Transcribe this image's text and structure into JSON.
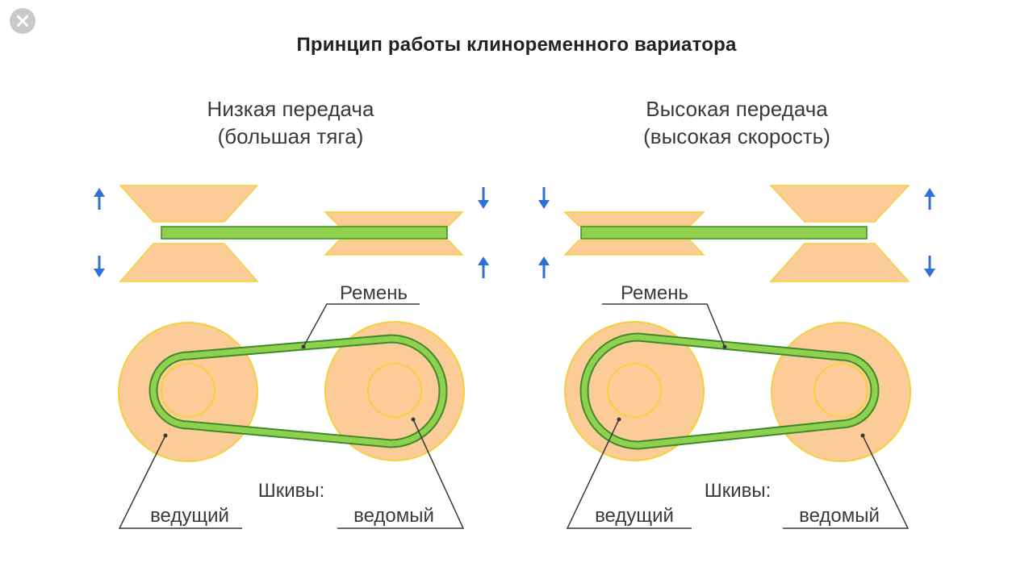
{
  "ui": {
    "close_button": {
      "icon": "close-icon"
    }
  },
  "title": "Принцип работы клиноременного вариатора",
  "panels": [
    {
      "heading_line1": "Низкая передача",
      "heading_line2": "(большая тяга)",
      "belt_label": "Ремень",
      "pulleys_label": "Шкивы:",
      "drive_label": "ведущий",
      "driven_label": "ведомый",
      "drive_arrows": [
        "arrow-up-icon",
        "arrow-down-icon"
      ],
      "driven_arrows": [
        "arrow-down-icon",
        "arrow-up-icon"
      ]
    },
    {
      "heading_line1": "Высокая передача",
      "heading_line2": "(высокая скорость)",
      "belt_label": "Ремень",
      "pulleys_label": "Шкивы:",
      "drive_label": "ведущий",
      "driven_label": "ведомый",
      "drive_arrows": [
        "arrow-down-icon",
        "arrow-up-icon"
      ],
      "driven_arrows": [
        "arrow-up-icon",
        "arrow-down-icon"
      ]
    }
  ],
  "colors": {
    "pulley_fill": "#fbcb98",
    "pulley_outline": "#f3d13c",
    "belt_fill": "#8fd14f",
    "belt_outline": "#3d8a2a",
    "arrow": "#2f6fd8",
    "leader_line": "#3a3a3a"
  }
}
